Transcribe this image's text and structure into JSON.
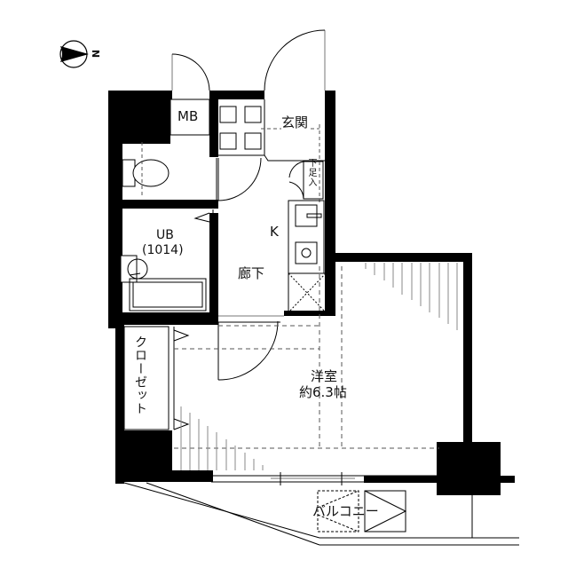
{
  "floorplan": {
    "compass": {
      "icon": "north-arrow-icon",
      "label": "N"
    },
    "rooms": {
      "mb": {
        "label": "MB"
      },
      "entrance": {
        "label": "玄関"
      },
      "shoe_box": {
        "label": "下足入"
      },
      "toilet": {
        "label": ""
      },
      "bath": {
        "label": "UB",
        "size": "(1014)"
      },
      "kitchen": {
        "label": "K"
      },
      "corridor": {
        "label": "廊下"
      },
      "closet": {
        "label": "クローゼット"
      },
      "western_room": {
        "label": "洋室",
        "size": "約6.3帖"
      },
      "balcony": {
        "label": "バルコニー"
      }
    },
    "colors": {
      "wall": "#000000",
      "line": "#333333",
      "dashed": "#555555",
      "background": "#ffffff"
    }
  }
}
